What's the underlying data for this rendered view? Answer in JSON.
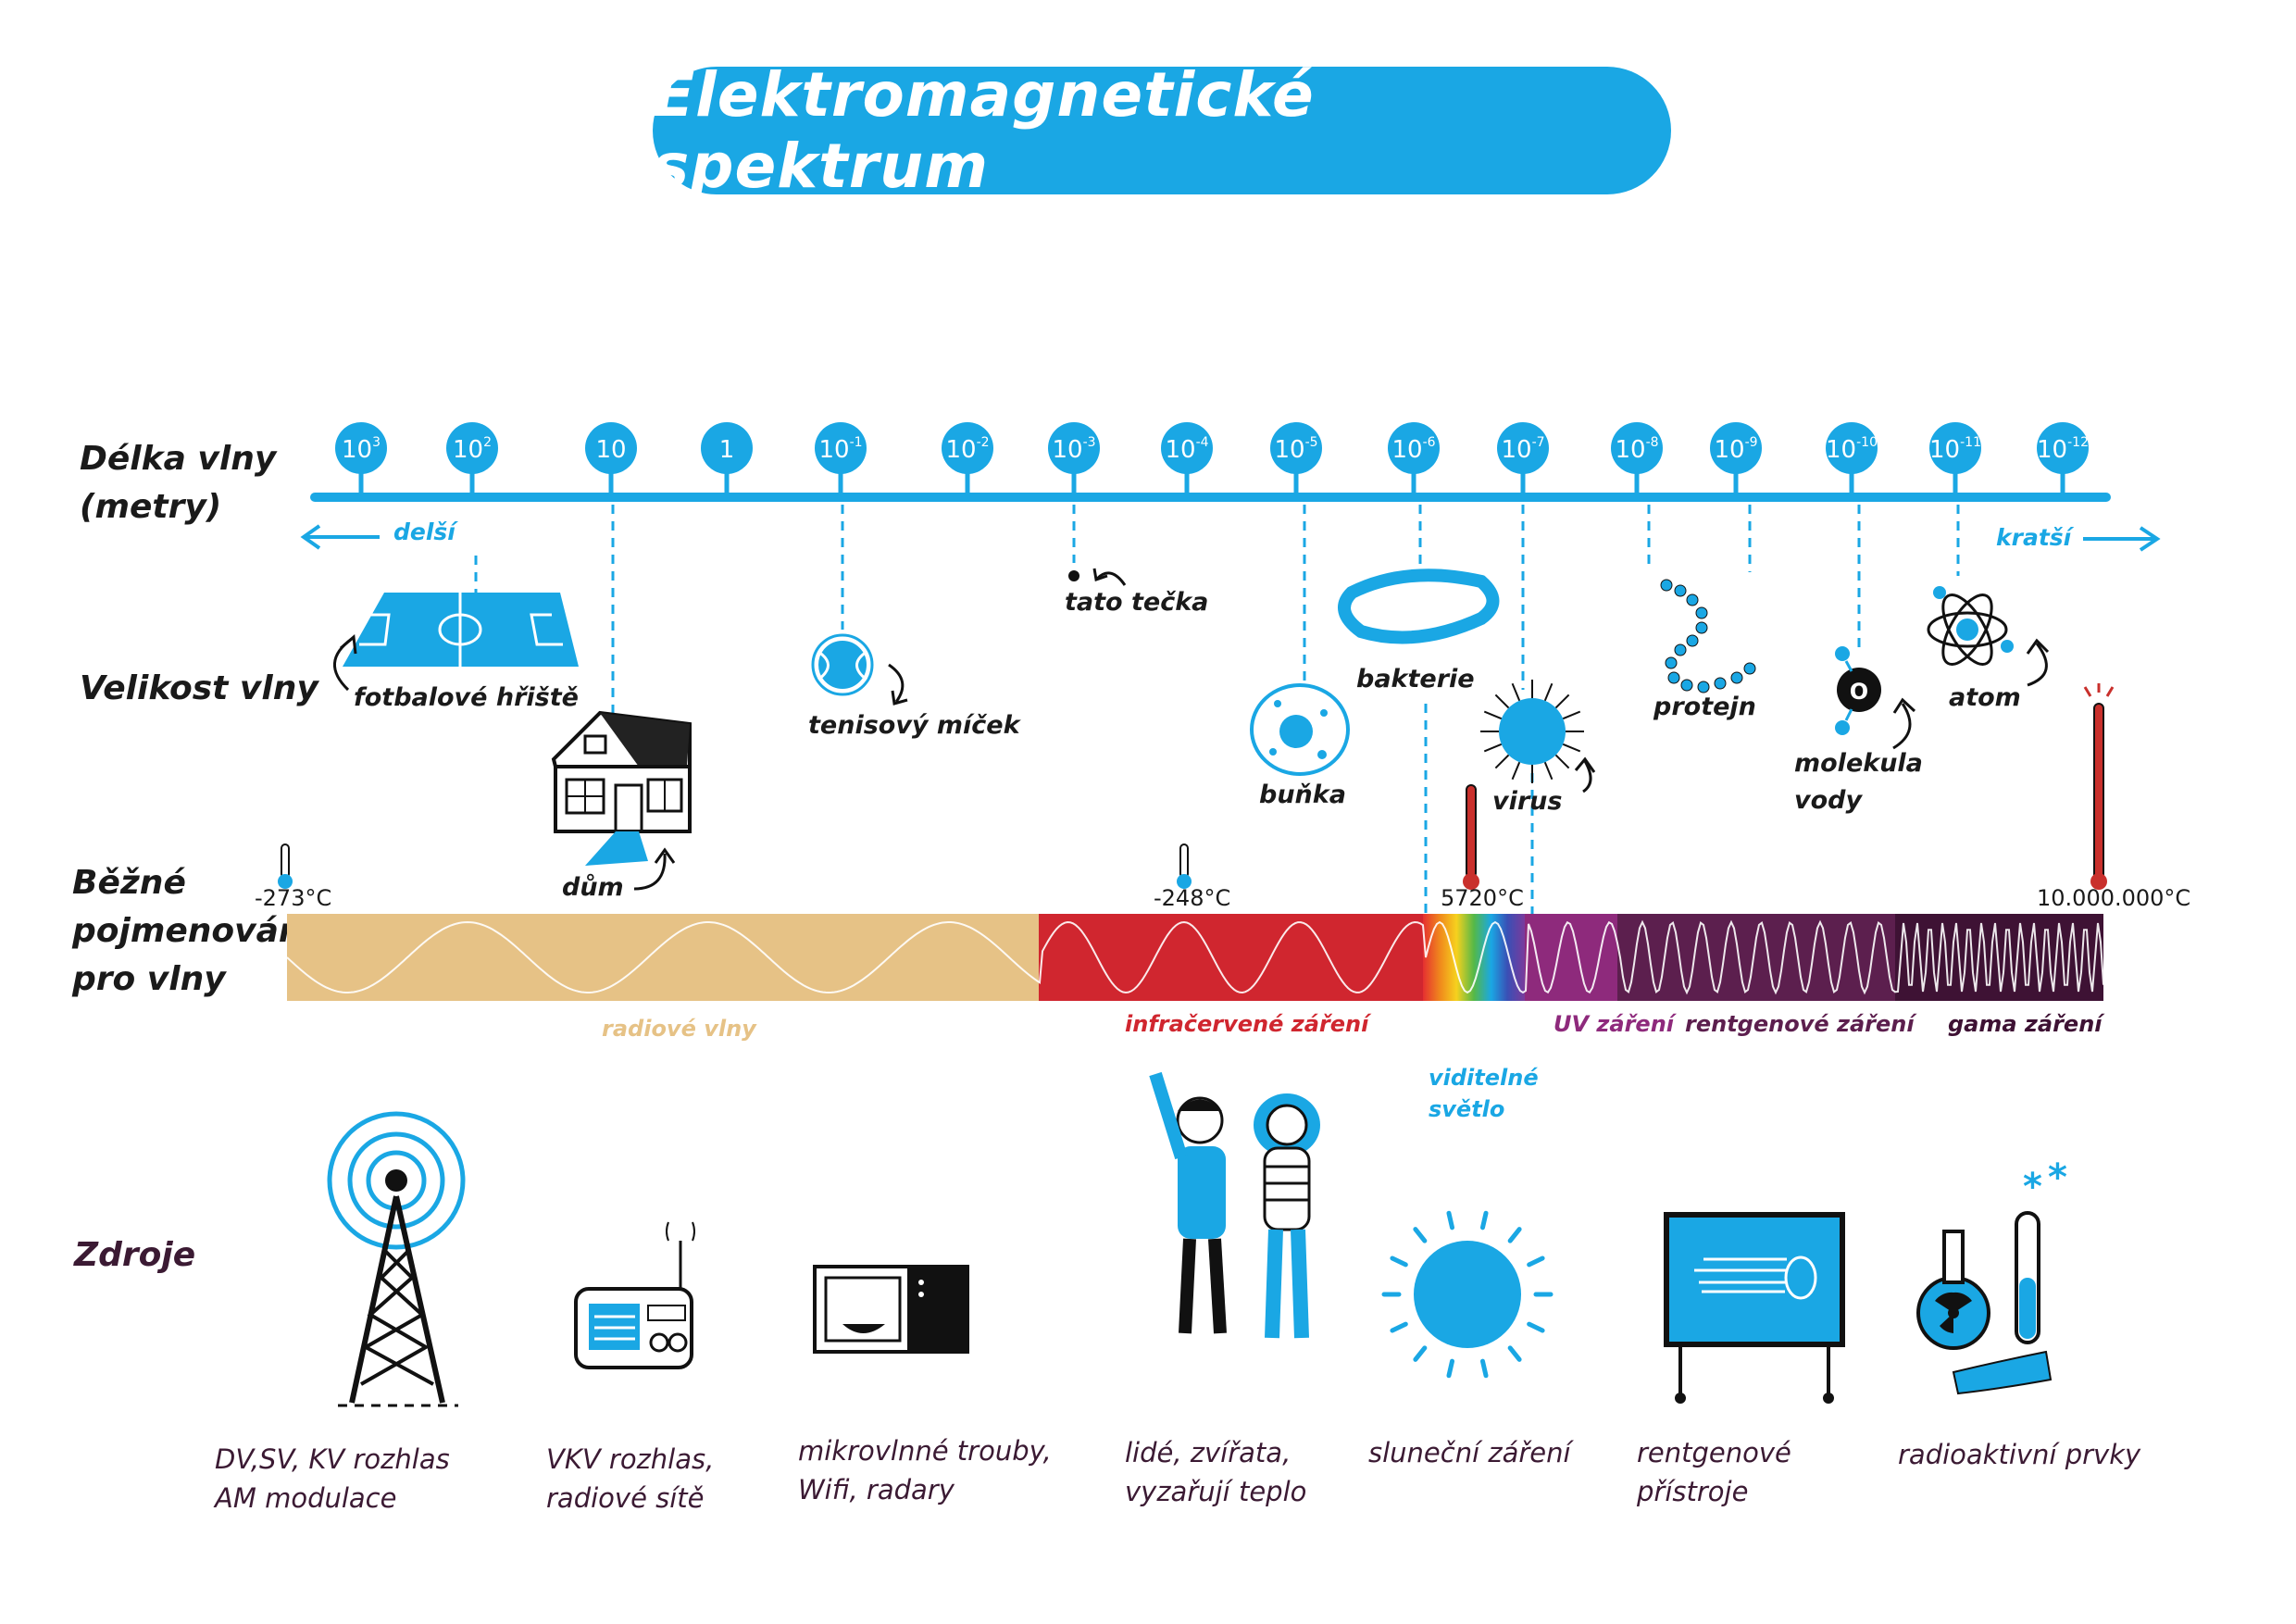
{
  "title": "Elektromagnetické spektrum",
  "row_labels": {
    "wavelength": [
      "Délka vlny",
      "(metry)"
    ],
    "size": "Velikost vlny",
    "names": [
      "Běžné",
      "pojmenování",
      "pro vlny"
    ],
    "sources": "Zdroje"
  },
  "scale": {
    "longer": "delší",
    "shorter": "kratší",
    "ticks": [
      {
        "base": "10",
        "exp": "3"
      },
      {
        "base": "10",
        "exp": "2"
      },
      {
        "base": "10",
        "exp": ""
      },
      {
        "base": "1",
        "exp": ""
      },
      {
        "base": "10",
        "exp": "-1"
      },
      {
        "base": "10",
        "exp": "-2"
      },
      {
        "base": "10",
        "exp": "-3"
      },
      {
        "base": "10",
        "exp": "-4"
      },
      {
        "base": "10",
        "exp": "-5"
      },
      {
        "base": "10",
        "exp": "-6"
      },
      {
        "base": "10",
        "exp": "-7"
      },
      {
        "base": "10",
        "exp": "-8"
      },
      {
        "base": "10",
        "exp": "-9"
      },
      {
        "base": "10",
        "exp": "-10"
      },
      {
        "base": "10",
        "exp": "-11"
      },
      {
        "base": "10",
        "exp": "-12"
      }
    ]
  },
  "size_objects": {
    "football": "fotbalové hřiště",
    "house": "dům",
    "tennis": "tenisový míček",
    "dot": "tato tečka",
    "cell": "buňka",
    "bacteria": "bakterie",
    "virus": "virus",
    "protein": "protejn",
    "molecule": [
      "molekula",
      "vody"
    ],
    "atom": "atom"
  },
  "temperatures": [
    "-273°C",
    "-248°C",
    "5720°C",
    "10.000.000°C"
  ],
  "bands": {
    "radio": "radiové vlny",
    "infrared": "infračervené záření",
    "visible": [
      "viditelné",
      "světlo"
    ],
    "uv": "UV záření",
    "xray": "rentgenové záření",
    "gamma": "gama záření"
  },
  "sources": {
    "radio_tower": [
      "DV,SV, KV rozhlas",
      "AM modulace"
    ],
    "radio_set": [
      "VKV rozhlas,",
      "radiové sítě"
    ],
    "microwave": [
      "mikrovlnné trouby,",
      "Wifi, radary"
    ],
    "people": [
      "lidé, zvířata,",
      "vyzařují teplo"
    ],
    "sun": "sluneční záření",
    "xray_machine": [
      "rentgenové",
      "přístroje"
    ],
    "radioactive": "radioaktivní prvky"
  },
  "colors": {
    "accent": "#1aa7e4",
    "radio": "#e6c286",
    "infrared": "#d0262f",
    "uv": "#8e2a7c",
    "xray": "#5c1f4e",
    "gamma": "#3e1234",
    "source_text": "#3b1a33"
  }
}
